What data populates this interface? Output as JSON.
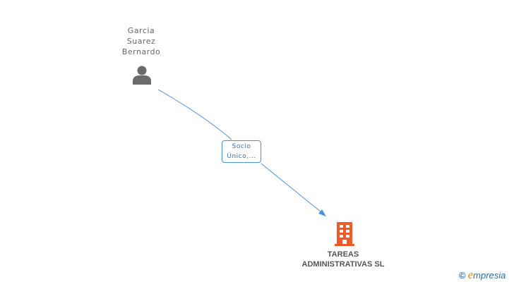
{
  "person": {
    "name_lines": [
      "Garcia",
      "Suarez",
      "Bernardo"
    ],
    "icon": "person-icon",
    "color": "#6b6b6b"
  },
  "relation": {
    "label_lines": [
      "Socio",
      "Único,..."
    ],
    "edge_color": "#4a90e2"
  },
  "company": {
    "name_lines": [
      "TAREAS",
      "ADMINISTRATIVAS SL"
    ],
    "icon": "building-icon",
    "color": "#f05a28"
  },
  "brand": {
    "copyright": "©",
    "initial": "e",
    "rest": "mpresia"
  }
}
